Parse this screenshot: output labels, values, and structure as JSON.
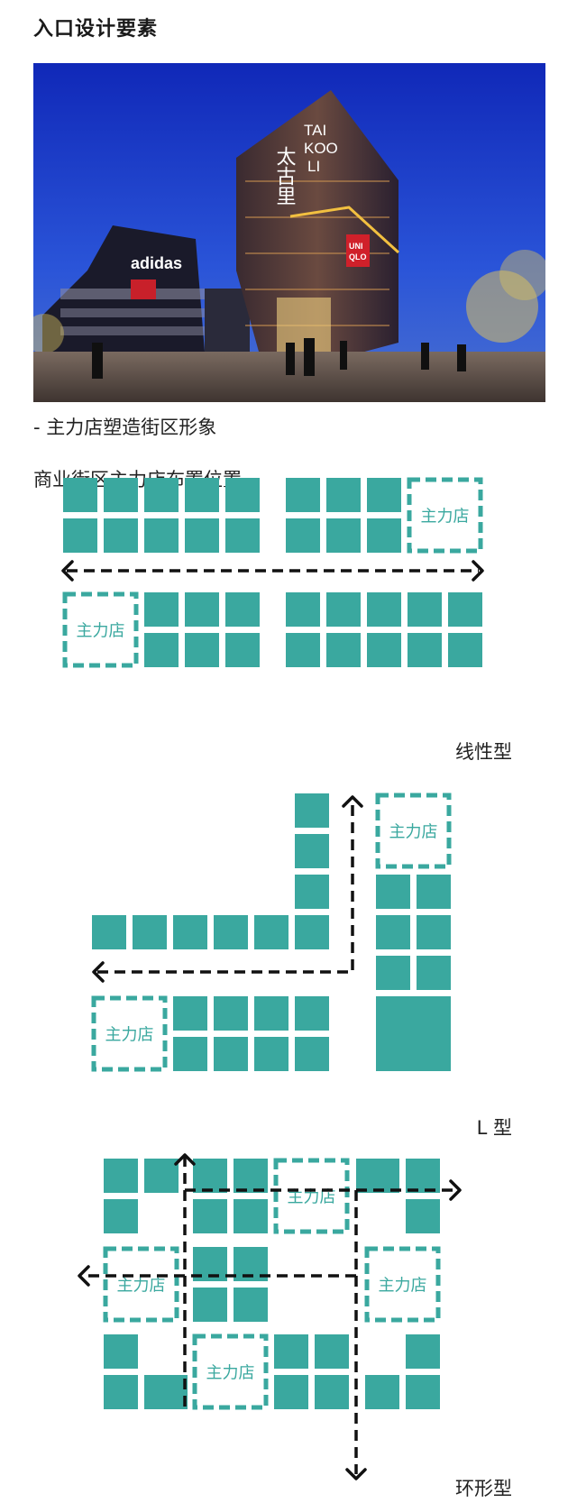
{
  "page": {
    "title": "入口设计要素",
    "photo": {
      "brand_adidas": "adidas",
      "brand_taikooli_vertical": "太古里",
      "brand_taikooli_en_1": "TAI",
      "brand_taikooli_en_2": "KOO",
      "brand_taikooli_en_3": "LI",
      "brand_uniqlo_1": "UNI",
      "brand_uniqlo_2": "QLO"
    },
    "caption": "- 主力店塑造街区形象",
    "section_title": "商业街区主力店布置位置"
  },
  "colors": {
    "block": "#3aa89f",
    "anchor_text": "#3aa89f",
    "arrow": "#111111"
  },
  "diagrams": [
    {
      "name": "linear",
      "label": "线性型",
      "anchors": [
        "主力店",
        "主力店"
      ]
    },
    {
      "name": "l-shape",
      "label": "L 型",
      "anchors": [
        "主力店",
        "主力店"
      ]
    },
    {
      "name": "ring",
      "label": "环形型",
      "anchors": [
        "主力店",
        "主力店",
        "主力店",
        "主力店"
      ]
    }
  ]
}
